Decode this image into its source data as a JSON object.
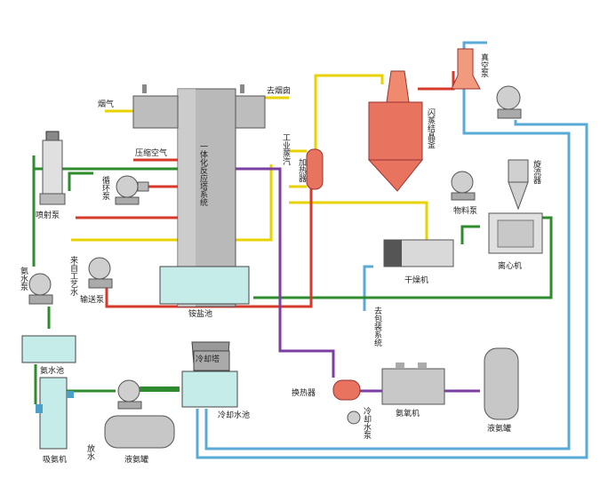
{
  "colors": {
    "ammonia_line": "#d4a017",
    "water_line": "#2e8b2e",
    "cooling_line": "#5aaad6",
    "ammonia_gas_line": "#7a3fa0",
    "steam_line": "#e8d200",
    "acid_line": "#d63a2a",
    "tower_gray": "#b9b9b9",
    "tank_cyan": "#c6ecea",
    "vessel_red": "#e8735f"
  },
  "labels": {
    "flue_gas": "烟气",
    "to_chimney": "去烟囱",
    "compressed_air": "压缩空气",
    "tower": "一体化反应塔系统",
    "circ_pump": "循环泵",
    "jet_pump": "喷射泵",
    "from_process_water": "来自工艺水",
    "ammonia_pump": "氨水泵",
    "transfer_pump": "输送泵",
    "ammonium_pool": "铵盐池",
    "ammonia_pool": "氨水池",
    "cooling_tower": "冷却塔",
    "cooling_pool": "冷却水池",
    "ammonia_absorber": "吸氨机",
    "drain": "放水",
    "liquid_ammonia_tank": "液氨罐",
    "industrial_steam": "工业蒸汽",
    "heater": "加热器",
    "flash_crystallizer": "闪蒸结晶釜",
    "vacuum_pump": "真空泵",
    "feed_pump": "物料泵",
    "cyclone": "旋流器",
    "centrifuge": "离心机",
    "dryer": "干燥机",
    "to_packaging": "去包装系统",
    "heat_exchanger": "换热器",
    "ammonia_compressor": "氨氧机",
    "cooling_water_pump": "冷却水泵",
    "liquid_ammonia_tank2": "液氨罐"
  }
}
